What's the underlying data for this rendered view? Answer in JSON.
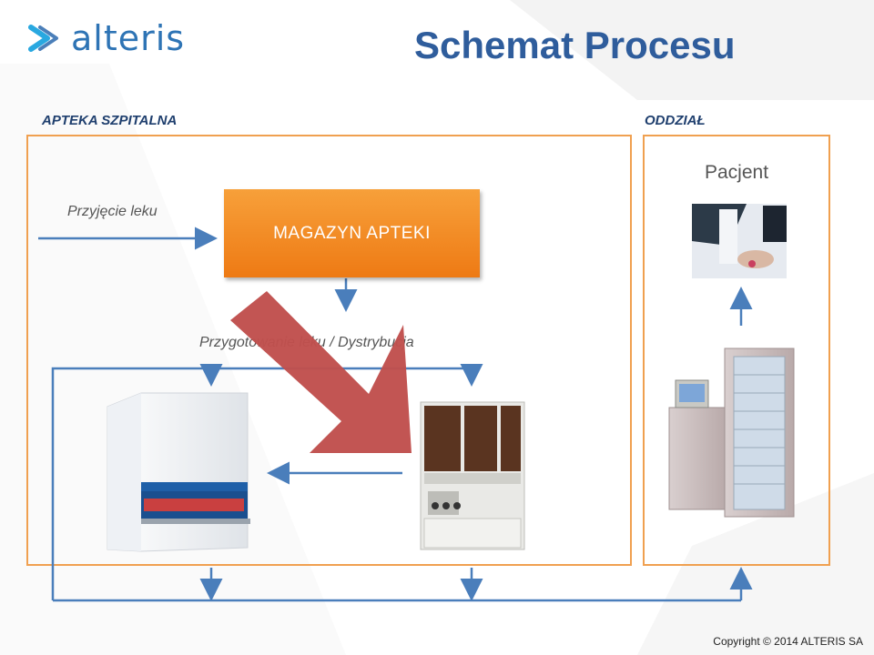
{
  "header": {
    "logo_text": "alteris",
    "title": "Schemat Procesu"
  },
  "sections": {
    "pharmacy_label": "APTEKA SZPITALNA",
    "ward_label": "ODDZIAŁ"
  },
  "nodes": {
    "intake_label": "Przyjęcie leku",
    "warehouse_label": "MAGAZYN APTEKI",
    "preparation_label": "Przygotowanie leku / Dystrybucja",
    "patient_label": "Pacjent"
  },
  "footer": {
    "copyright": "Copyright © 2014 ALTERIS SA"
  },
  "colors": {
    "brand_blue": "#2e74b5",
    "title_blue": "#2f5d9c",
    "frame_orange": "#f0a050",
    "box_orange": "#ef8a20",
    "flow_blue": "#4a7ebb",
    "big_arrow_red": "#c0504d"
  }
}
